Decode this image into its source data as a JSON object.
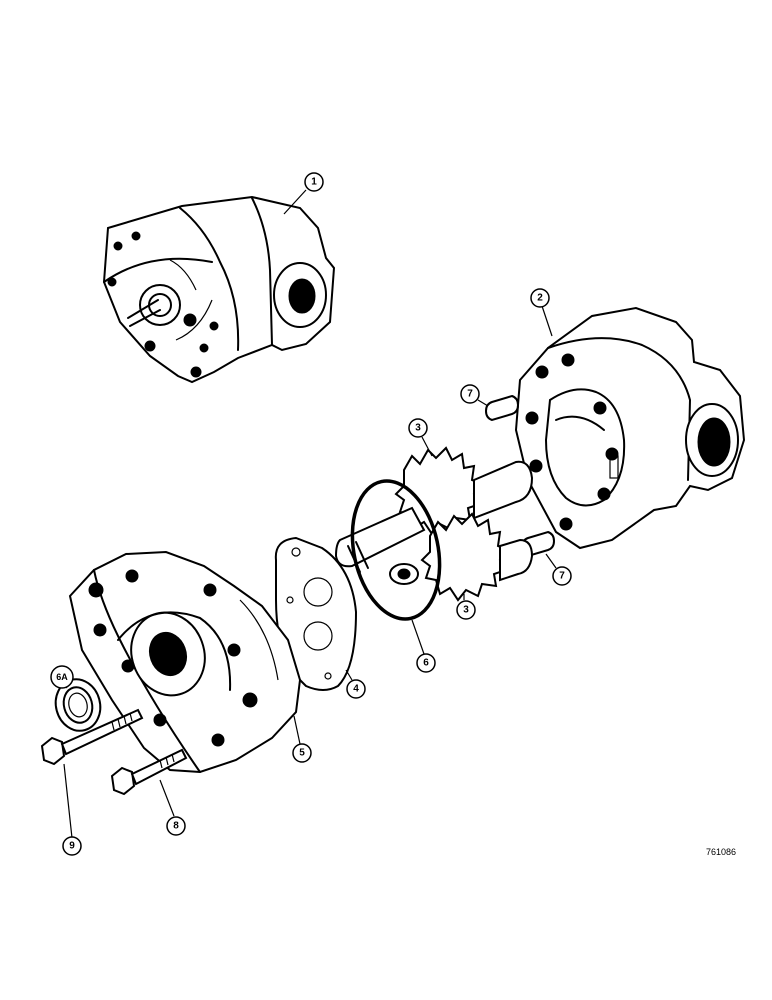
{
  "callouts": [
    {
      "id": "1",
      "label": "1"
    },
    {
      "id": "2",
      "label": "2"
    },
    {
      "id": "3a",
      "label": "3"
    },
    {
      "id": "3b",
      "label": "3"
    },
    {
      "id": "4",
      "label": "4"
    },
    {
      "id": "5",
      "label": "5"
    },
    {
      "id": "6",
      "label": "6"
    },
    {
      "id": "6A",
      "label": "6A"
    },
    {
      "id": "7a",
      "label": "7"
    },
    {
      "id": "7b",
      "label": "7"
    },
    {
      "id": "8",
      "label": "8"
    },
    {
      "id": "9",
      "label": "9"
    }
  ],
  "reference_number": "761086"
}
